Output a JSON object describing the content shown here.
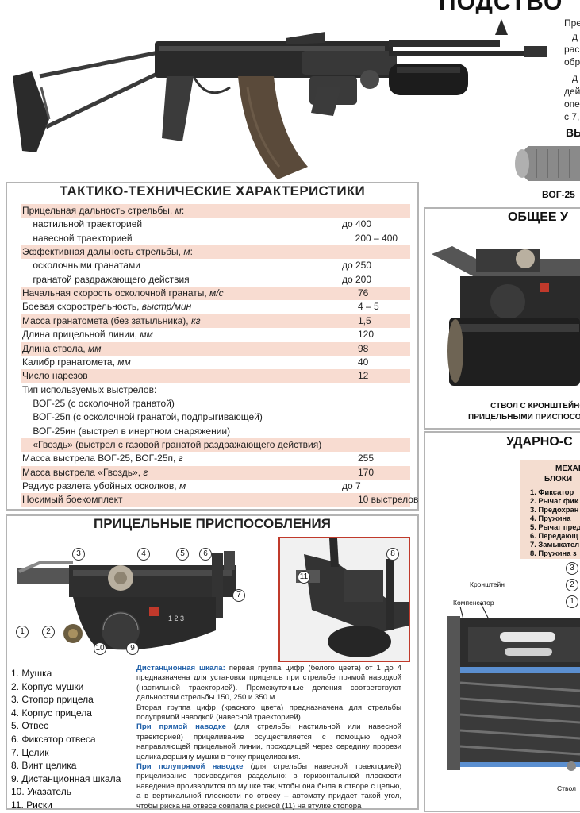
{
  "header": {
    "title_fragment": "ПОДСТВО",
    "intro_lines": [
      "Пре",
      "д",
      "рас",
      "обра",
      "д",
      "дей",
      "опер",
      "с 7,"
    ],
    "section_fragment": "ВЫ",
    "vog_label": "ВОГ-25"
  },
  "ttx": {
    "title": "ТАКТИКО-ТЕХНИЧЕСКИЕ ХАРАКТЕРИСТИКИ",
    "rows": [
      {
        "label": "Прицельная дальность стрельбы, ",
        "unit": "м",
        "suffix": ":",
        "value": "",
        "shade": true
      },
      {
        "label": "    настильной траекторией",
        "unit": "",
        "suffix": "",
        "value": "до 400",
        "shade": false
      },
      {
        "label": "    навесной траекторией",
        "unit": "",
        "suffix": "",
        "value": "     200 – 400",
        "shade": false
      },
      {
        "label": "Эффективная дальность стрельбы, ",
        "unit": "м",
        "suffix": ":",
        "value": "",
        "shade": true
      },
      {
        "label": "    осколочными гранатами",
        "unit": "",
        "suffix": "",
        "value": "до 250",
        "shade": false
      },
      {
        "label": "    гранатой раздражающего действия",
        "unit": "",
        "suffix": "",
        "value": "до 200",
        "shade": false
      },
      {
        "label": "Начальная скорость осколочной гранаты, ",
        "unit": "м/с",
        "suffix": "",
        "value": "      76",
        "shade": true
      },
      {
        "label": "Боевая скорострельность, ",
        "unit": "выстр/мин",
        "suffix": "",
        "value": "      4 – 5",
        "shade": false
      },
      {
        "label": "Масса гранатомета (без затыльника), ",
        "unit": "кг",
        "suffix": "",
        "value": "      1,5",
        "shade": true
      },
      {
        "label": "Длина прицельной линии, ",
        "unit": "мм",
        "suffix": "",
        "value": "      120",
        "shade": false
      },
      {
        "label": "Длина ствола, ",
        "unit": "мм",
        "suffix": "",
        "value": "      98",
        "shade": true
      },
      {
        "label": "Калибр гранатомета, ",
        "unit": "мм",
        "suffix": "",
        "value": "      40",
        "shade": false
      },
      {
        "label": "Число нарезов",
        "unit": "",
        "suffix": "",
        "value": "      12",
        "shade": true
      },
      {
        "label": "Тип используемых выстрелов:",
        "unit": "",
        "suffix": "",
        "value": "",
        "shade": false
      },
      {
        "label": "    ВОГ-25 (с осколочной гранатой)",
        "unit": "",
        "suffix": "",
        "value": "",
        "shade": false
      },
      {
        "label": "    ВОГ-25п (с осколочной гранатой, подпрыгивающей)",
        "unit": "",
        "suffix": "",
        "value": "",
        "shade": false
      },
      {
        "label": "    ВОГ-25ин (выстрел в инертном снаряжении)",
        "unit": "",
        "suffix": "",
        "value": "",
        "shade": false
      },
      {
        "label": "    «Гвоздь» (выстрел с газовой гранатой раздражающего действия)",
        "unit": "",
        "suffix": "",
        "value": "",
        "shade": true
      },
      {
        "label": "Масса выстрела ВОГ-25, ВОГ-25п, ",
        "unit": "г",
        "suffix": "",
        "value": "      255",
        "shade": false
      },
      {
        "label": "Масса выстрела «Гвоздь», ",
        "unit": "г",
        "suffix": "",
        "value": "      170",
        "shade": true
      },
      {
        "label": "Радиус разлета убойных осколков, ",
        "unit": "м",
        "suffix": "",
        "value": "до 7",
        "shade": false
      },
      {
        "label": "Носимый боекомплект",
        "unit": "",
        "suffix": "",
        "value": "      10 выстрелов",
        "shade": true
      }
    ]
  },
  "sights": {
    "title": "ПРИЦЕЛЬНЫЕ ПРИСПОСОБЛЕНИЯ",
    "legend": [
      "1.  Мушка",
      "2.  Корпус мушки",
      "3.  Стопор прицела",
      "4.  Корпус прицела",
      "5.  Отвес",
      "6.  Фиксатор отвеса",
      "7.  Целик",
      "8.  Винт целика",
      "9.  Дистанционная шкала",
      "10. Указатель",
      "11. Риски"
    ],
    "callouts_left": [
      "1",
      "2",
      "3",
      "4",
      "5",
      "6",
      "7",
      "9",
      "10"
    ],
    "callouts_right": [
      "8",
      "11"
    ],
    "dial_text": "1 2 3",
    "desc": {
      "p1_hl": "Дистанционная шкала:",
      "p1": " первая группа цифр (белого цвета) от 1 до 4 предназначена для установки прицелов при стрельбе прямой наводкой (настильной траекторией). Промежуточные деления соответствуют дальностям стрельбы 150, 250 и 350 м.",
      "p2": "Вторая группа цифр (красного цвета) предназначена для стрельбы полупрямой наводкой (навесной траекторией).",
      "p3_hl": "При прямой наводке",
      "p3": " (для стрельбы настильной или навесной траекторией) прицеливание осуществляется с помощью одной направляющей прицельной линии, проходящей через середину прорези целика,вершину мушки в точку прицеливания.",
      "p4_hl": "При полупрямой наводке",
      "p4": " (для стрельбы навесной траекторией) прицеливание производится раздельно: в горизонтальной плоскости наведение производится по мушке так, чтобы она была в створе с целью, а в вертикальной плоскости по отвесу – автомату придает такой угол, чтобы риска на отвесе совпала с риской (11) на втулке стопора"
    }
  },
  "overview": {
    "title": "ОБЩЕЕ У",
    "caption_1": "СТВОЛ С КРОНШТЕЙНОМ",
    "caption_2": "ПРИЦЕЛЬНЫМИ ПРИСПОСОБЛ"
  },
  "striker": {
    "title": "УДАРНО-С",
    "mech_head_1": "МЕХАН",
    "mech_head_2": "БЛОКИ",
    "mech_items": [
      "1. Фиксатор",
      "2. Рычаг фик",
      "3. Предохран",
      "4. Пружина",
      "5. Рычаг пред",
      "6. Передающ",
      "7. Замыкател",
      "8. Пружина з"
    ],
    "label_bracket": "Кронштейн",
    "label_comp": "Компенсатор",
    "label_barrel": "Ствол",
    "callouts": [
      "3",
      "2",
      "1"
    ]
  }
}
